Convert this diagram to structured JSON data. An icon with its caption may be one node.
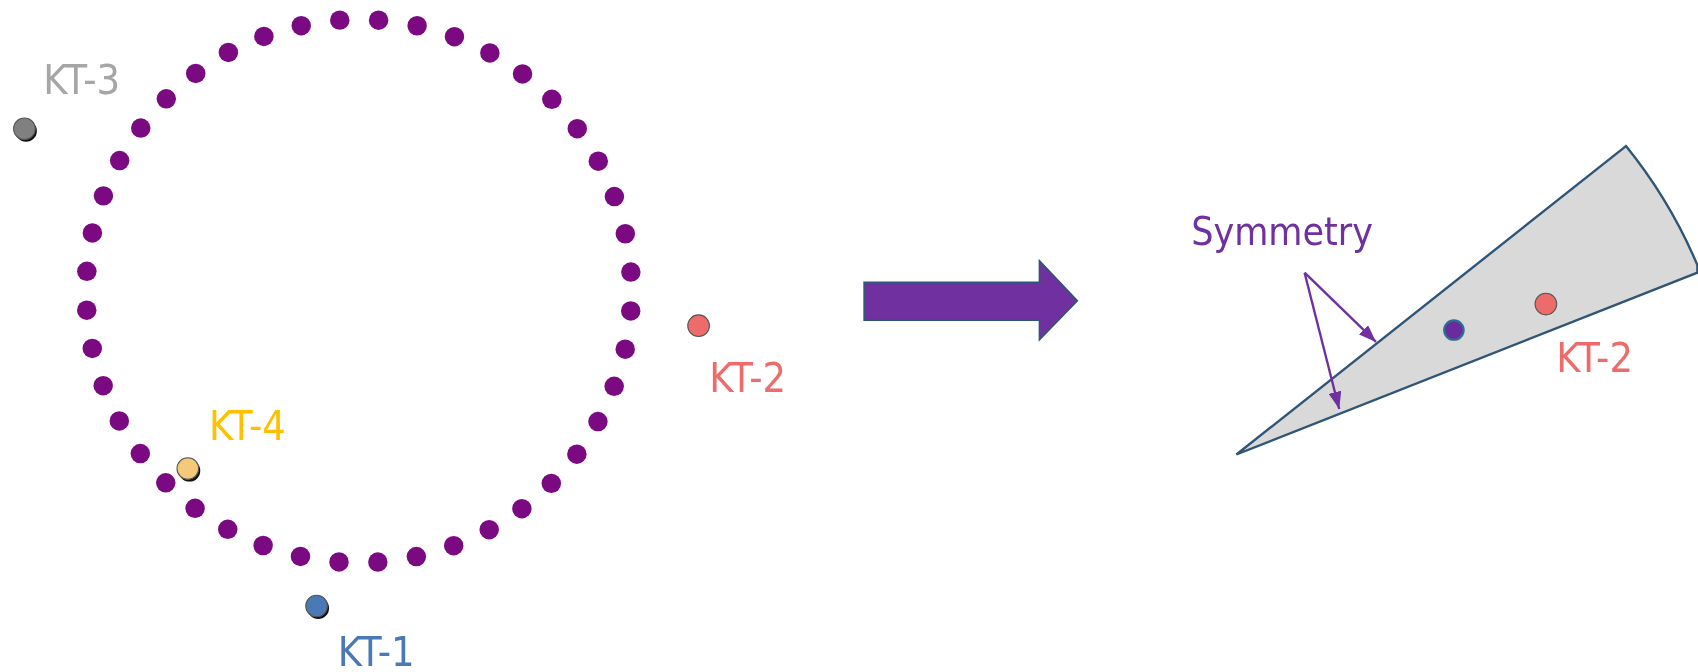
{
  "diagram": {
    "nodes": [
      {
        "text": [],
        "shape": "circle"
      },
      {
        "text": [],
        "shape": "sector"
      },
      {
        "text": [
          "Symmetry"
        ]
      }
    ],
    "edges": [
      {
        "from": 2,
        "to": 1,
        "arrow": "to"
      },
      {
        "from": 2,
        "to": 1,
        "arrow": "to"
      }
    ],
    "labels": [
      "KT-3",
      "KT-2",
      "KT-4",
      "KT-1",
      "KT-2"
    ]
  }
}
